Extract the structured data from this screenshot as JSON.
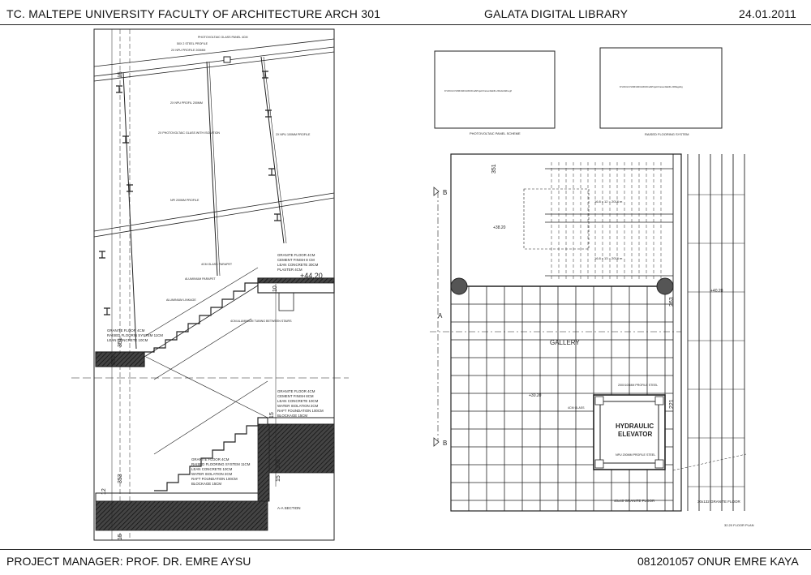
{
  "header": {
    "left": "TC. MALTEPE UNIVERSITY FACULTY OF ARCHITECTURE ARCH 301",
    "center": "GALATA DIGITAL LIBRARY",
    "right": "24.01.2011"
  },
  "footer": {
    "left": "PROJECT MANAGER: PROF. DR. EMRE AYSU",
    "right": "081201057 ONUR EMRE KAYA"
  },
  "section": {
    "title": "A-A SECTION",
    "level_upper": "+44.20",
    "labels": {
      "pv_glass_panel": "PHOTOVOLTAIC GLASS PANEL 4CM",
      "steel_profile": "50X 2 STEEL PROFILE",
      "npu_profile_small": "2X NPU PROFILE 200MM",
      "npu_profile_mid": "2X NPU PROFIL 200MM",
      "pv_glass_isolation": "2X PHOTOVOLTAIC GLASS WITH ISOLATION",
      "npu_profile_right": "2X NPU 100MM PROFILE",
      "npi_profile": "NPI 200MM PROFILE",
      "glass_parapet": "4CM GLASS PARAPET",
      "aluminium_parapet": "ALUMINIUM PARAPET",
      "aluminium_linkage": "ALUMINIUM LINKAGE",
      "al_tubing": "4CM ALUMINIUM TUBING BETWEEN STAIRS"
    },
    "layers_top": [
      "GRANITE FLOOR 4CM",
      "CEMENT FINISH 8 CM",
      "LEAN CONCRETE 30CM",
      "PLASTER 4CM"
    ],
    "layers_left": [
      "GRANITE FLOOR 4CM",
      "RAISED FLOORIN SYSTEM 11CM",
      "LEAN CONCRETE 10CM"
    ],
    "layers_mid": [
      "GRANITE FLOOR 4CM",
      "CEMENT FINISH 8CM",
      "LEAN CONCRETE 10CM",
      "WATER ISOLATION 2CM",
      "RAFT FOUNDATION 100CM",
      "BLOCKAGE 15CM"
    ],
    "layers_bottom": [
      "GRANITE FLOOR 4CM",
      "RAISED FLOORING SYSTEM 11CM",
      "LEAN CONCRETE 10CM",
      "WATER ISOLATION 2CM",
      "RAFT FOUNDATION 100CM",
      "BLOCKAGE 15CM"
    ],
    "dims": [
      "15",
      "351",
      "392",
      "10",
      "15",
      "100",
      "15",
      "353",
      "12",
      "15"
    ]
  },
  "plan": {
    "title": "32.20 FLOOR PLAN",
    "box1_caption": "PHOTOVOLTAIC PANEL SCHEME",
    "box2_caption": "RAISED FLOORING SYSTEM",
    "box1_text": "D:\\OKUL\\3.SINIF\\ARCH301\\Final\\ProjeC\\Cereen\\Ekil\\1-20\\sdsnfddra.gif",
    "box2_text": "D:\\OKUL\\3.SINIF\\ARCH301\\Final\\ProjeC\\Cereen\\Ekil\\1-20\\Ragebig",
    "gallery": "GALLERY",
    "elevator_line1": "HYDRAULIC",
    "elevator_line2": "ELEVATOR",
    "level_1": "+38.20",
    "level_2": "+30.20",
    "level_3": "+40.20",
    "stair_note_1": "16.8 x 12 = 2016 m",
    "stair_note_2": "16.8 x 13 = 2016 m",
    "section_a": "A",
    "section_b": "B",
    "dim_top": "351",
    "dim_side_1": "263",
    "dim_side_2": "221",
    "frame_note": "200X100MM PROFILE STEEL",
    "glass_note": "4CM GLASS",
    "npu_note": "NPU 200MM PROFILE STEEL",
    "granite_1": "40x40 GRANITE FLOOR",
    "granite_2": "30x132 GRANITE FLOOR"
  }
}
